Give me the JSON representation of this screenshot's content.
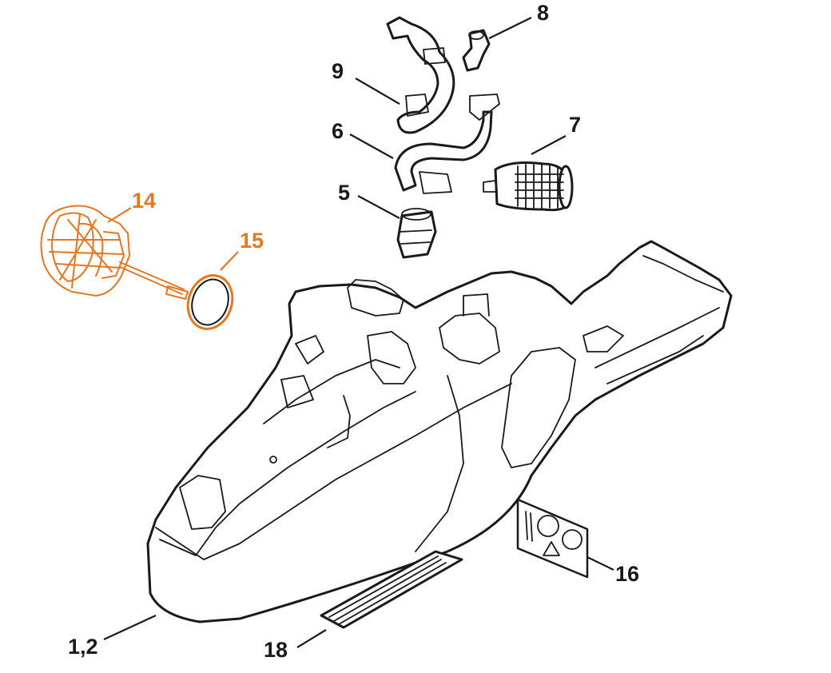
{
  "colors": {
    "line": "#1a1a1a",
    "highlight": "#e8761e",
    "background": "#ffffff"
  },
  "callouts": {
    "c1_2": "1,2",
    "c5": "5",
    "c6": "6",
    "c7": "7",
    "c8": "8",
    "c9": "9",
    "c14": "14",
    "c15": "15",
    "c16": "16",
    "c18": "18"
  },
  "highlighted_parts": [
    "14",
    "15"
  ]
}
